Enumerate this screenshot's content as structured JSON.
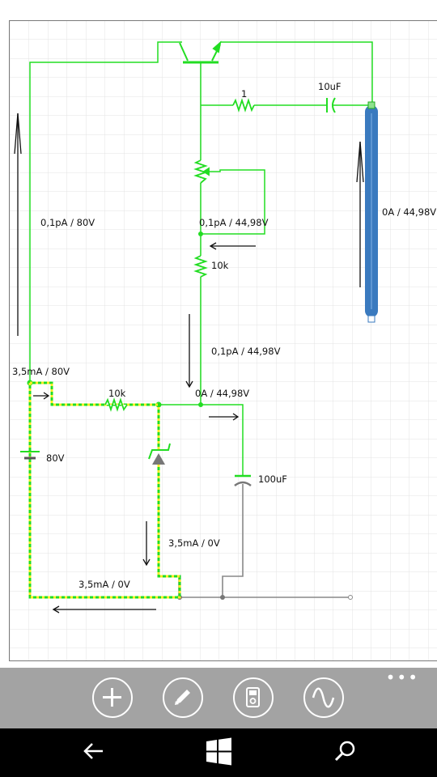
{
  "circuit": {
    "labels": {
      "resistor_top": "1",
      "capacitor_top": "10uF",
      "left_wire": "0,1pA / 80V",
      "pot": "0,1pA / 44,98V",
      "lamp": "0A / 44,98V",
      "resistor_mid": "10k",
      "mid_wire": "0,1pA / 44,98V",
      "node_left": "3,5mA / 80V",
      "resistor_bottom": "10k",
      "node_mid": "0A / 44,98V",
      "battery": "80V",
      "capacitor_bottom": "100uF",
      "zener": "3,5mA / 0V",
      "ground": "3,5mA / 0V"
    },
    "colors": {
      "active_wire": "#22dd22",
      "current_flow": "#ffee22",
      "inactive_wire": "#888888",
      "lamp": "#3a7abf",
      "grid": "#e3e3e3"
    }
  },
  "app_bar": {
    "buttons": [
      {
        "name": "add-component-button",
        "icon": "plus-icon"
      },
      {
        "name": "edit-button",
        "icon": "pencil-icon"
      },
      {
        "name": "meter-button",
        "icon": "multimeter-icon"
      },
      {
        "name": "signal-button",
        "icon": "sine-wave-icon"
      }
    ],
    "more": "•••"
  },
  "nav_bar": {
    "buttons": [
      "back-icon",
      "windows-icon",
      "search-icon"
    ]
  }
}
